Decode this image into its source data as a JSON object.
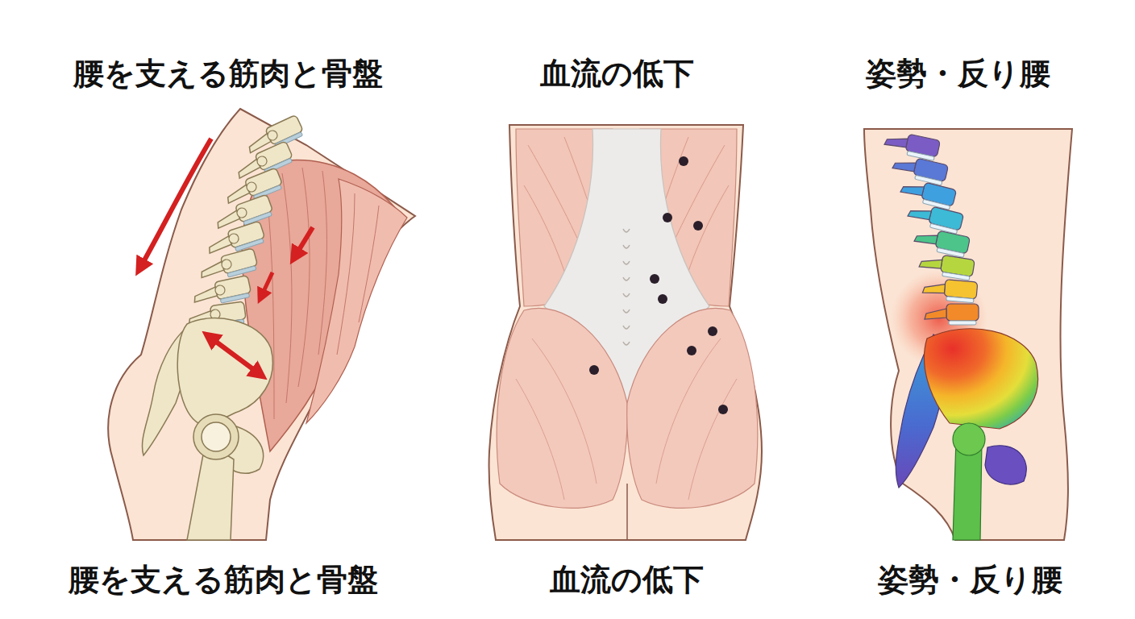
{
  "diagram": {
    "labels": [
      "腰を支える筋肉と骨盤",
      "血流の低下",
      "姿勢・反り腰",
      "腰を支える筋肉と骨盤",
      "血流の低下",
      "姿勢・反り腰"
    ]
  }
}
